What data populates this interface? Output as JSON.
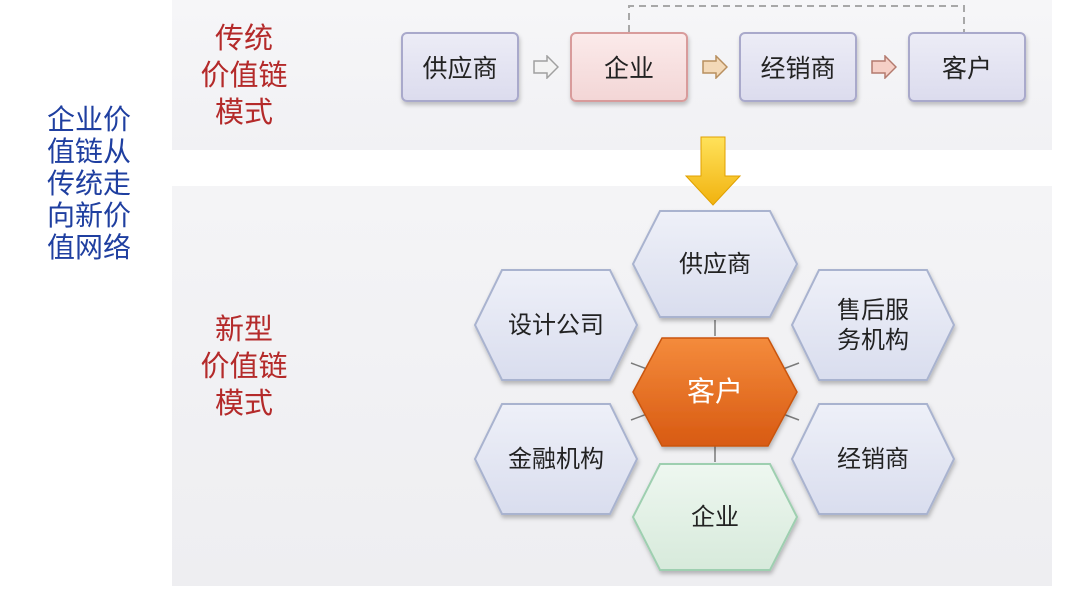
{
  "side_title": [
    "企业价",
    "值链从",
    "传统走",
    "向新价",
    "值网络"
  ],
  "traditional": {
    "label": [
      "传统",
      "价值链",
      "模式"
    ],
    "chain": [
      "供应商",
      "企业",
      "经销商",
      "客户"
    ]
  },
  "new_model": {
    "label": [
      "新型",
      "价值链",
      "模式"
    ],
    "center": "客户",
    "hexes": {
      "top": [
        "供应商"
      ],
      "upper_left": [
        "设计公司"
      ],
      "upper_right": [
        "售后服",
        "务机构"
      ],
      "lower_left": [
        "金融机构"
      ],
      "lower_right": [
        "经销商"
      ],
      "bottom": [
        "企业"
      ]
    }
  },
  "colors": {
    "title_blue": "#1f3fa0",
    "label_red": "#b42a2a",
    "center_orange": "#ec6d1f",
    "arrow_yellow": "#f7c31a"
  }
}
